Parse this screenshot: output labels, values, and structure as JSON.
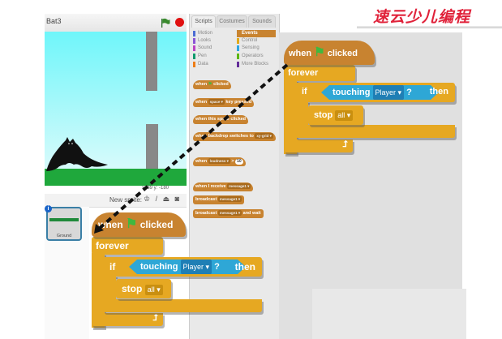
{
  "logo": {
    "text": "速云少儿编程"
  },
  "stage": {
    "title": "Bat3",
    "coords": "x: 39  y: -180",
    "new_sprite_label": "New sprite:",
    "sprite_tools": "♔ / ⏏ ◙"
  },
  "sprites": [
    {
      "name": "Ground",
      "info": "i"
    }
  ],
  "palette": {
    "tabs": [
      "Scripts",
      "Costumes",
      "Sounds"
    ],
    "categories": [
      {
        "label": "Motion",
        "color": "#4a6cd4"
      },
      {
        "label": "Looks",
        "color": "#8a55d7"
      },
      {
        "label": "Sound",
        "color": "#bb42c3"
      },
      {
        "label": "Pen",
        "color": "#0e9a6c"
      },
      {
        "label": "Data",
        "color": "#ee7d16"
      },
      {
        "label": "Events",
        "color": "#c88330"
      },
      {
        "label": "Control",
        "color": "#e1a91a"
      },
      {
        "label": "Sensing",
        "color": "#2ca5e2"
      },
      {
        "label": "Operators",
        "color": "#5cb712"
      },
      {
        "label": "More Blocks",
        "color": "#632d99"
      }
    ],
    "blocks": {
      "when_flag": {
        "a": "when",
        "b": "clicked"
      },
      "key": {
        "a": "when",
        "input": "space ▾",
        "b": "key pressed"
      },
      "sprite_clicked": {
        "a": "when this sprite clicked"
      },
      "backdrop": {
        "a": "when backdrop switches to",
        "input": "xy-grid ▾"
      },
      "loudness": {
        "a": "when",
        "input": "loudness ▾",
        "b": ">",
        "num": "10"
      },
      "receive": {
        "a": "when I receive",
        "input": "message1 ▾"
      },
      "broadcast": {
        "a": "broadcast",
        "input": "message1 ▾"
      },
      "broadcast_wait": {
        "a": "broadcast",
        "input": "message1 ▾",
        "b": "and wait"
      }
    }
  },
  "script": {
    "hat_when": "when",
    "hat_clicked": "clicked",
    "forever": "forever",
    "if": "if",
    "touching": "touching",
    "player": "Player ▾",
    "question": "?",
    "then": "then",
    "stop": "stop",
    "all": "all ▾",
    "loop_arrow": "⮥"
  }
}
